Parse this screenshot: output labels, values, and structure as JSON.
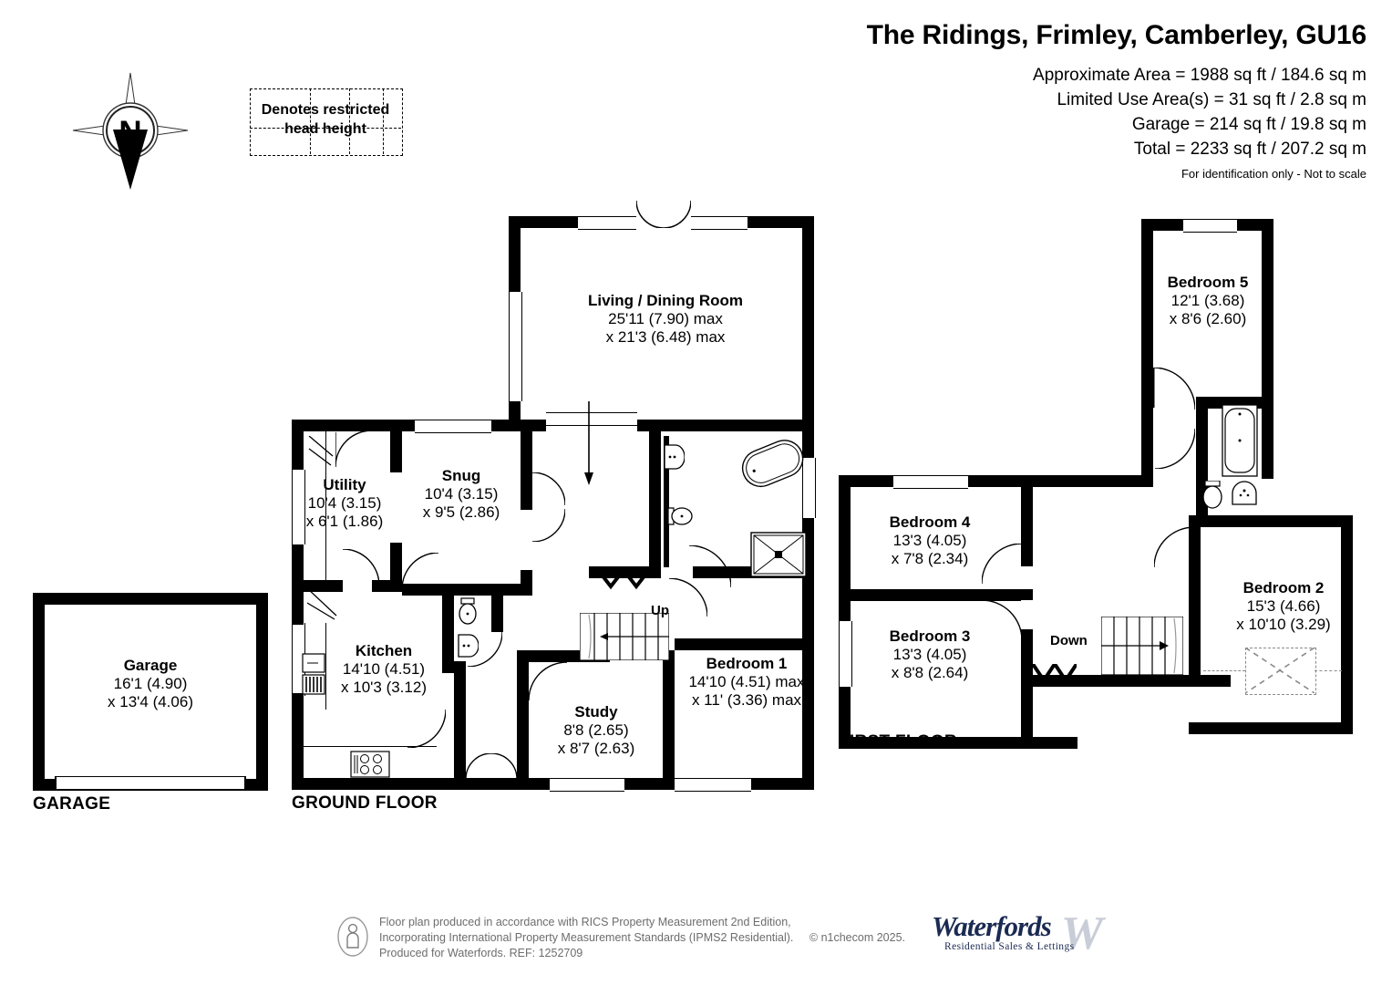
{
  "header": {
    "title": "The Ridings, Frimley, Camberley, GU16",
    "approx_area": "Approximate Area = 1988 sq ft / 184.6 sq m",
    "limited_use_area": "Limited Use Area(s) = 31 sq ft / 2.8 sq m",
    "garage_area": "Garage = 214 sq ft / 19.8 sq m",
    "total_area": "Total = 2233 sq ft / 207.2 sq m",
    "disclaimer": "For identification only - Not to scale"
  },
  "compass": {
    "label": "N"
  },
  "legend": {
    "line1": "Denotes restricted",
    "line2": "head height"
  },
  "floors": {
    "garage": {
      "label": "GARAGE"
    },
    "ground": {
      "label": "GROUND FLOOR"
    },
    "first": {
      "label": "FIRST FLOOR"
    }
  },
  "rooms": [
    {
      "key": "garage",
      "name": "Garage",
      "dim1": "16'1 (4.90)",
      "dim2": "x 13'4 (4.06)"
    },
    {
      "key": "living",
      "name": "Living / Dining Room",
      "dim1": "25'11 (7.90) max",
      "dim2": "x 21'3 (6.48) max"
    },
    {
      "key": "utility",
      "name": "Utility",
      "dim1": "10'4 (3.15)",
      "dim2": "x 6'1 (1.86)"
    },
    {
      "key": "snug",
      "name": "Snug",
      "dim1": "10'4 (3.15)",
      "dim2": "x 9'5 (2.86)"
    },
    {
      "key": "kitchen",
      "name": "Kitchen",
      "dim1": "14'10 (4.51)",
      "dim2": "x 10'3 (3.12)"
    },
    {
      "key": "study",
      "name": "Study",
      "dim1": "8'8 (2.65)",
      "dim2": "x 8'7 (2.63)"
    },
    {
      "key": "bedroom1",
      "name": "Bedroom 1",
      "dim1": "14'10 (4.51) max",
      "dim2": "x 11' (3.36) max"
    },
    {
      "key": "bedroom2",
      "name": "Bedroom 2",
      "dim1": "15'3 (4.66)",
      "dim2": "x 10'10 (3.29)"
    },
    {
      "key": "bedroom3",
      "name": "Bedroom 3",
      "dim1": "13'3 (4.05)",
      "dim2": "x 8'8 (2.64)"
    },
    {
      "key": "bedroom4",
      "name": "Bedroom 4",
      "dim1": "13'3 (4.05)",
      "dim2": "x 7'8 (2.34)"
    },
    {
      "key": "bedroom5",
      "name": "Bedroom 5",
      "dim1": "12'1 (3.68)",
      "dim2": "x 8'6 (2.60)"
    }
  ],
  "stairs": {
    "up": "Up",
    "down": "Down"
  },
  "footer": {
    "line1": "Floor plan produced in accordance with RICS Property Measurement 2nd Edition,",
    "line2": "Incorporating International Property Measurement Standards (IPMS2 Residential).",
    "copyright": "© n1checom 2025.",
    "line3": "Produced for Waterfords.    REF:  1252709"
  },
  "logo": {
    "name": "Waterfords",
    "tagline": "Residential Sales & Lettings",
    "mark": "W"
  },
  "colors": {
    "wall": "#000000",
    "paper": "#ffffff",
    "footer_text": "#6d6d6d",
    "logo": "#1b2a52",
    "hatch": "#8a8a8a"
  }
}
